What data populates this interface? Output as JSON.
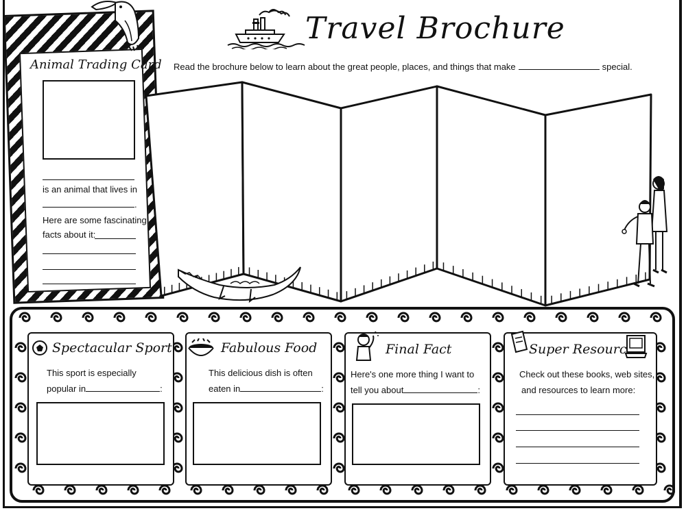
{
  "header": {
    "title": "Travel Brochure",
    "intro_before": "Read the brochure below to learn about the great people, places, and things that make",
    "intro_after": "special."
  },
  "animal_card": {
    "title": "Animal Trading Card",
    "line1": "is an animal that lives in",
    "line2_end": ".",
    "facts_a": "Here are some fascinating",
    "facts_b": "facts about it:"
  },
  "boxes": [
    {
      "title": "Spectacular Sport",
      "line1": "This sport is especially",
      "line2": "popular in",
      "icon": "soccer-ball-icon"
    },
    {
      "title": "Fabulous Food",
      "line1": "This delicious dish is often",
      "line2": "eaten in",
      "icon": "food-bowl-icon"
    },
    {
      "title": "Final Fact",
      "line1": "Here's one more thing I want to",
      "line2": "tell you about",
      "icon": "thinking-person-icon"
    },
    {
      "title": "Super Resources",
      "line1": "Check out these books, web sites,",
      "line2": "and resources to learn more:",
      "icon": "books-icon"
    }
  ],
  "colors": {
    "ink": "#111111",
    "paper": "#ffffff"
  }
}
